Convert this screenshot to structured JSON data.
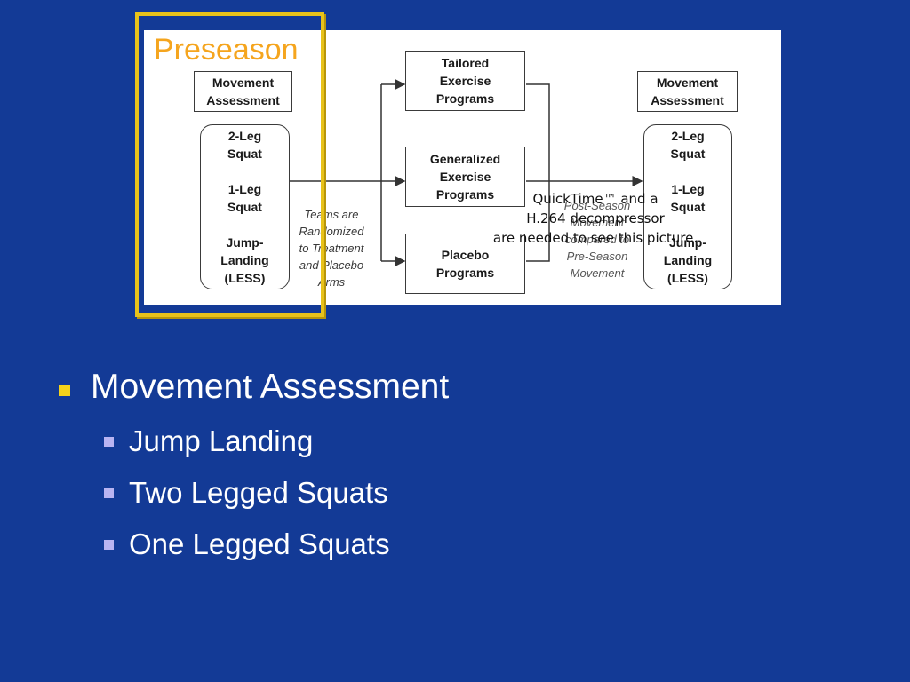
{
  "diagram": {
    "left_header": [
      "Movement",
      "Assessment"
    ],
    "left_tests": [
      "2-Leg",
      "Squat",
      "",
      "1-Leg",
      "Squat",
      "",
      "Jump-",
      "Landing",
      "(LESS)"
    ],
    "randomization_note": [
      "Teams are",
      "Randomized",
      "to Treatment",
      "and Placebo",
      "Arms"
    ],
    "programs": [
      [
        "Tailored",
        "Exercise",
        "Programs"
      ],
      [
        "Generalized",
        "Exercise",
        "Programs"
      ],
      [
        "Placebo",
        "Programs"
      ]
    ],
    "comparison_note": [
      "Post-Season",
      "Movement",
      "compared to",
      "Pre-Season",
      "Movement"
    ],
    "right_header": [
      "Movement",
      "Assessment"
    ],
    "right_tests": [
      "2-Leg",
      "Squat",
      "",
      "1-Leg",
      "Squat",
      "",
      "Jump-",
      "Landing",
      "(LESS)"
    ]
  },
  "quicktime_notice": [
    "QuickTime™ and a",
    "H.264 decompressor",
    "are needed to see this picture."
  ],
  "highlight": {
    "label": "Preseason",
    "color": "#e8c21a",
    "label_color": "#f5a51e"
  },
  "bullets": {
    "main": "Movement Assessment",
    "sub": [
      "Jump Landing",
      "Two Legged Squats",
      "One Legged Squats"
    ]
  },
  "colors": {
    "background": "#133a96",
    "bullet_marker": "#f5d21a",
    "sub_bullet_marker": "#b9b4f2"
  }
}
